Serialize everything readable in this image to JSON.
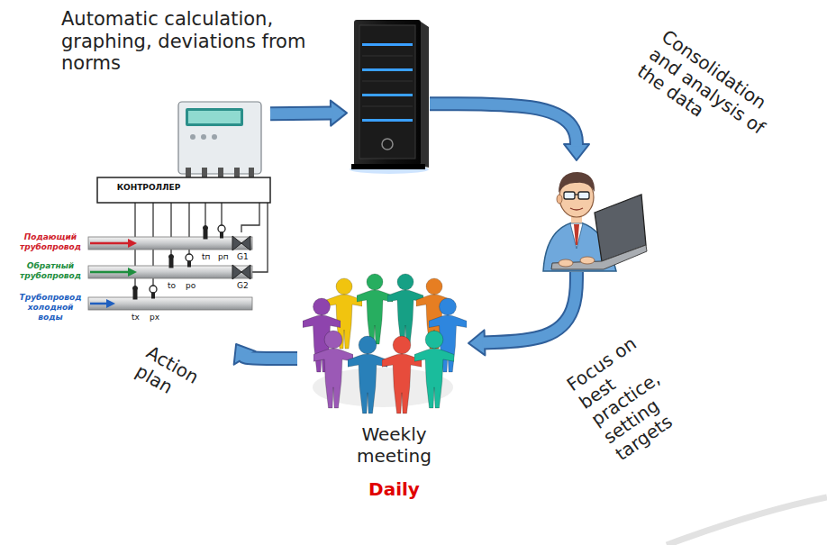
{
  "diagram": {
    "nodes": [
      {
        "text": [
          "КОНТРОЛЛЕР",
          "Подающий трубопровод",
          "Обратный трубопровод",
          "Трубопровод холодной воды"
        ]
      },
      {
        "text": []
      },
      {
        "text": []
      },
      {
        "text": [
          "Weekly meeting",
          "Daily"
        ]
      }
    ],
    "edges": [
      {
        "from": 0,
        "to": 1,
        "arrow": "to",
        "label": "Automatic calculation, graphing, deviations from norms"
      },
      {
        "from": 1,
        "to": 2,
        "arrow": "to",
        "label": "Consolidation and analysis of the data"
      },
      {
        "from": 2,
        "to": 3,
        "arrow": "to",
        "label": "Focus on best practice, setting targets"
      },
      {
        "from": 3,
        "to": 0,
        "arrow": "to",
        "label": "Action plan"
      }
    ],
    "labels": [
      "tп",
      "pп",
      "G1",
      "tо",
      "pо",
      "G2",
      "tх",
      "pх"
    ]
  }
}
